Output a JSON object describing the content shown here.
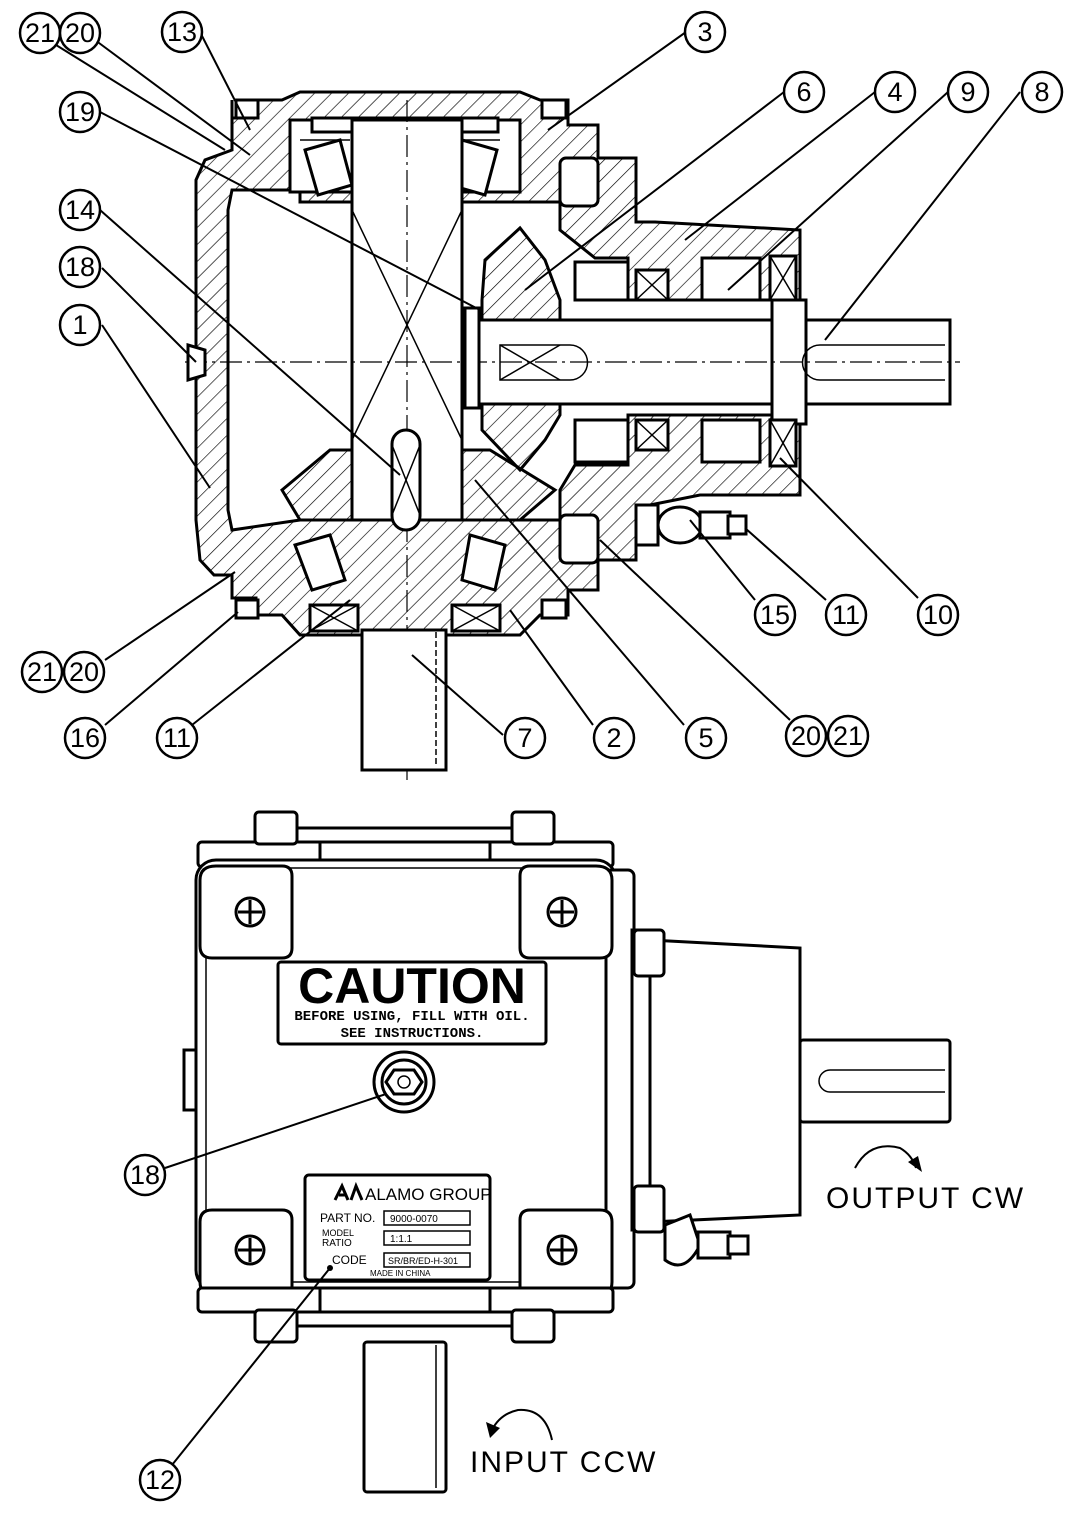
{
  "callouts_top": [
    {
      "label": "21",
      "id": "callout-21-a"
    },
    {
      "label": "20",
      "id": "callout-20-a"
    },
    {
      "label": "13",
      "id": "callout-13"
    },
    {
      "label": "3",
      "id": "callout-3"
    },
    {
      "label": "19",
      "id": "callout-19"
    },
    {
      "label": "6",
      "id": "callout-6"
    },
    {
      "label": "4",
      "id": "callout-4"
    },
    {
      "label": "9",
      "id": "callout-9"
    },
    {
      "label": "8",
      "id": "callout-8"
    },
    {
      "label": "14",
      "id": "callout-14"
    },
    {
      "label": "18",
      "id": "callout-18-a"
    },
    {
      "label": "1",
      "id": "callout-1"
    },
    {
      "label": "15",
      "id": "callout-15"
    },
    {
      "label": "11",
      "id": "callout-11-a"
    },
    {
      "label": "10",
      "id": "callout-10"
    },
    {
      "label": "21",
      "id": "callout-21-b"
    },
    {
      "label": "20",
      "id": "callout-20-b"
    },
    {
      "label": "16",
      "id": "callout-16"
    },
    {
      "label": "11",
      "id": "callout-11-b"
    },
    {
      "label": "7",
      "id": "callout-7"
    },
    {
      "label": "2",
      "id": "callout-2"
    },
    {
      "label": "5",
      "id": "callout-5"
    },
    {
      "label": "20",
      "id": "callout-20-c"
    },
    {
      "label": "21",
      "id": "callout-21-c"
    }
  ],
  "callouts_bottom": [
    {
      "label": "18",
      "id": "callout-18-b"
    },
    {
      "label": "12",
      "id": "callout-12"
    }
  ],
  "caution_label": {
    "title": "CAUTION",
    "line1": "BEFORE USING, FILL WITH OIL.",
    "line2": "SEE INSTRUCTIONS."
  },
  "nameplate": {
    "brand": "ALAMO GROUP",
    "part_no_label": "PART NO.",
    "part_no_value": "9000-0070",
    "ratio_label_1": "MODEL",
    "ratio_label_2": "RATIO",
    "ratio_value": "1:1.1",
    "code_label": "CODE",
    "code_value": "SR/BR/ED-H-301",
    "made_in": "MADE IN CHINA"
  },
  "directions": {
    "output": "OUTPUT  CW",
    "input": "INPUT  CCW"
  },
  "colors": {
    "line": "#000000",
    "background": "#ffffff"
  }
}
